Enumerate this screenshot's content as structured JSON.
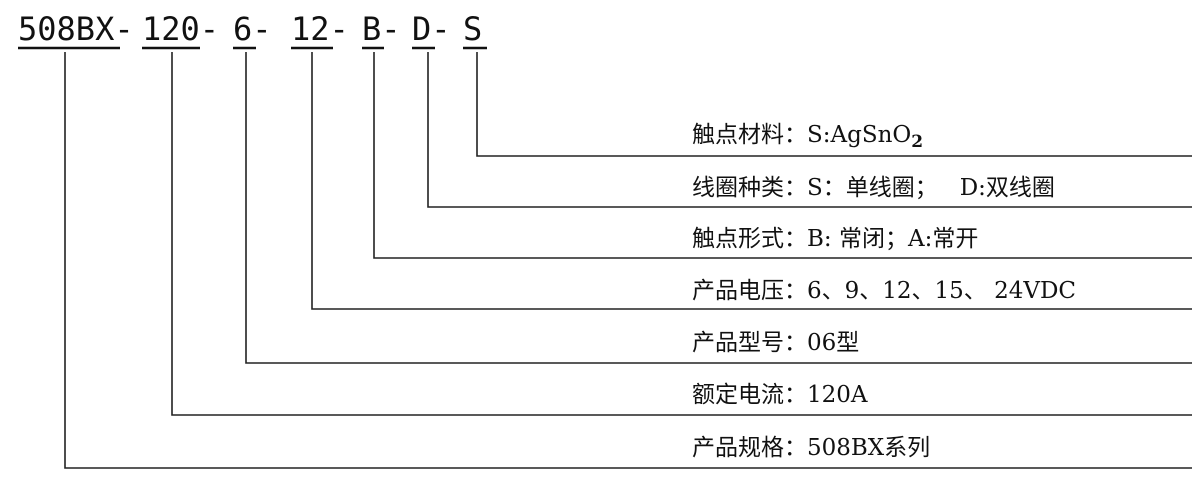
{
  "code": {
    "segments": [
      "508BX-",
      "120-",
      "6-",
      "12-",
      "B-",
      "D-",
      "S"
    ]
  },
  "labels": {
    "material": {
      "name": "触点材料：",
      "value": "S:AgSnO",
      "sub": "2"
    },
    "coil": {
      "name": "线圈种类：",
      "value": "S：单线圈；   D:双线圈"
    },
    "contact_form": {
      "name": "触点形式：",
      "value": "B: 常闭；A:常开"
    },
    "voltage": {
      "name": "产品电压：",
      "value": "6、9、12、15、 24VDC"
    },
    "model": {
      "name": "产品型号：",
      "value": "06型"
    },
    "current": {
      "name": "额定电流：",
      "value": "120A"
    },
    "spec": {
      "name": "产品规格：",
      "value": "508BX系列"
    }
  }
}
